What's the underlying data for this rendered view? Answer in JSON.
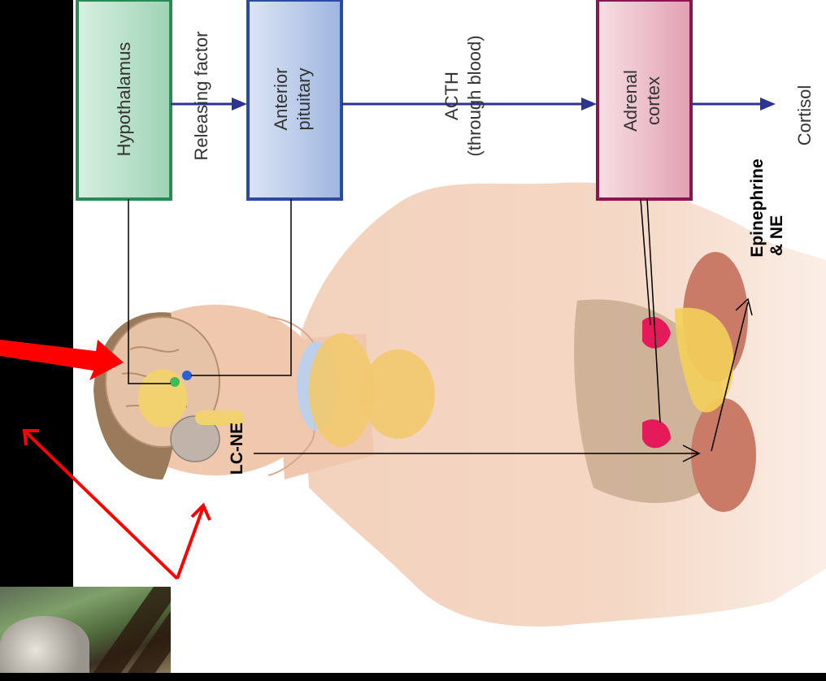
{
  "flow": {
    "hypothalamus": "Hypothalamus",
    "releasing_factor": "Releasing factor",
    "anterior_pituitary_line1": "Anterior",
    "anterior_pituitary_line2": "pituitary",
    "acth_line1": "ACTH",
    "acth_line2": "(through blood)",
    "adrenal_line1": "Adrenal",
    "adrenal_line2": "cortex",
    "cortisol": "Cortisol"
  },
  "annotations": {
    "lc_ne": "LC-NE",
    "epinephrine_line1": "Epinephrine",
    "epinephrine_line2": "& NE"
  },
  "colors": {
    "hypothalamus_box": "#a9d8bf",
    "pituitary_box": "#a9bfe4",
    "adrenal_box": "#e8aab8",
    "flow_arrow": "#2b3590",
    "red_arrow": "#ff0000",
    "skin": "#efc9b0"
  },
  "icons": [
    "brain-illustration",
    "thyroid-illustration",
    "kidney-illustration",
    "liver-illustration",
    "photo-thumbnail"
  ]
}
